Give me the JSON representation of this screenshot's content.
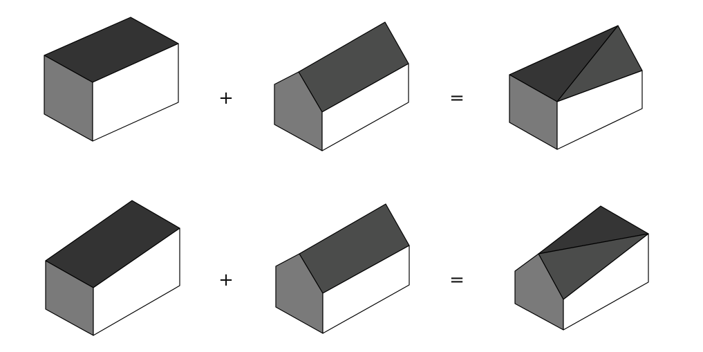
{
  "diagram": {
    "operators": {
      "plus": "+",
      "equals": "="
    },
    "face_colors": {
      "flat_top": "#333333",
      "roof_dark": "#353535",
      "roof_slope": "#4b4c4b",
      "gable_side": "#7a7a7a",
      "long_wall": "#ffffff",
      "edge": "#000000"
    },
    "rows": [
      {
        "name": "row-1",
        "left_shape": "flat-box",
        "middle_shape": "gable-house",
        "result_shape": "half-hip-house-a"
      },
      {
        "name": "row-2",
        "left_shape": "flat-box",
        "middle_shape": "gable-house",
        "result_shape": "half-hip-house-b"
      }
    ]
  }
}
